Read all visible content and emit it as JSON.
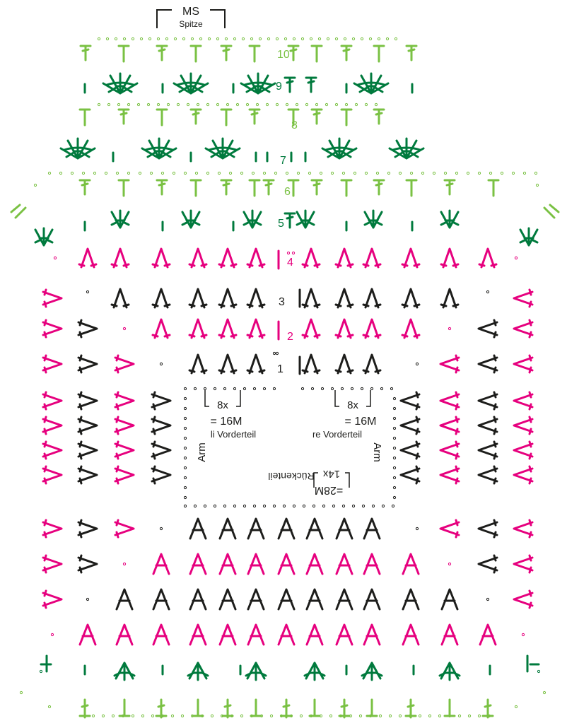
{
  "colors": {
    "pink": "#e6007e",
    "black": "#1d1d1b",
    "dark_green": "#007a3d",
    "light_green": "#7ac143"
  },
  "labels": {
    "ms": "MS",
    "spitze": "Spitze",
    "row1": "1",
    "row2": "2",
    "row3": "3",
    "row4": "4",
    "row5": "5",
    "row6": "6",
    "row7": "7",
    "row8": "8",
    "row9": "9",
    "row10": "10",
    "left_count": "8x",
    "left_eq": "= 16M",
    "left_part": "li Vorderteil",
    "right_count": "8x",
    "right_eq": "= 16M",
    "right_part": "re Vorderteil",
    "arm": "Arm",
    "back_part": "Rückenteil",
    "back_count": "14x",
    "back_eq": "=28M"
  }
}
